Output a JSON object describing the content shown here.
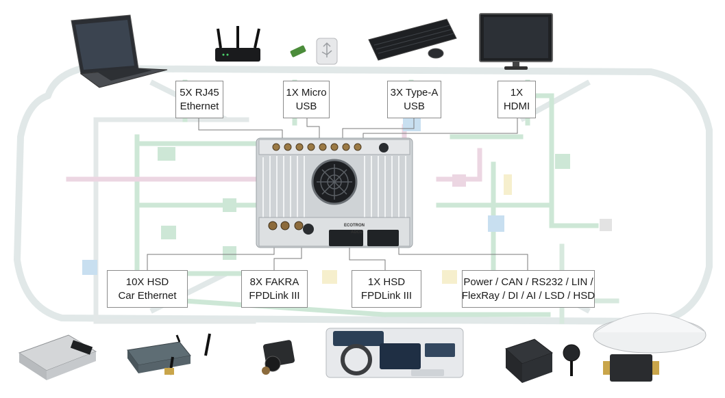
{
  "connectors_top": [
    {
      "id": "rj45",
      "lines": [
        "5X RJ45",
        "Ethernet"
      ]
    },
    {
      "id": "micro-usb",
      "lines": [
        "1X Micro",
        "USB"
      ]
    },
    {
      "id": "type-a-usb",
      "lines": [
        "3X Type-A",
        "USB"
      ]
    },
    {
      "id": "hdmi",
      "lines": [
        "1X",
        "HDMI"
      ]
    }
  ],
  "connectors_bottom": [
    {
      "id": "hsd-car-ethernet",
      "lines": [
        "10X HSD",
        "Car Ethernet"
      ]
    },
    {
      "id": "fakra",
      "lines": [
        "8X FAKRA",
        "FPDLink III"
      ]
    },
    {
      "id": "hsd-fpdlink",
      "lines": [
        "1X HSD",
        "FPDLink III"
      ]
    },
    {
      "id": "power-bus",
      "lines": [
        "Power / CAN / RS232 / LIN /",
        "FlexRay / DI / AI / LSD / HSD"
      ]
    }
  ],
  "controller": {
    "brand": "ECOTRON",
    "model": "ADCU"
  },
  "icons": {
    "top": [
      "laptop-icon",
      "wifi-router-icon",
      "usb-drive-icon",
      "keyboard-mouse-icon",
      "monitor-icon"
    ],
    "bottom": [
      "ecu-module-icon",
      "gateway-antenna-icon",
      "camera-icon",
      "car-cockpit-icon",
      "radar-sensor-icon",
      "gnss-antenna-icon"
    ]
  },
  "colors": {
    "car_outline": "#dfe6e6",
    "bus_green": "#c9e6d2",
    "bus_pink": "#ead3df",
    "bus_blue": "#c7dff0",
    "bus_yellow": "#f6efcd",
    "box_border": "#8a8a8a",
    "leader_line": "#777777"
  }
}
